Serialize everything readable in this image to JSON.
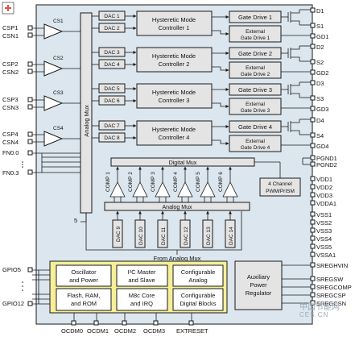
{
  "watermark": {
    "site_cn": "中国节能网",
    "site_url": "CES.CN"
  },
  "left_pins": {
    "csp1": "CSP1",
    "csn1": "CSN1",
    "csp2": "CSP2",
    "csn2": "CSN2",
    "csp3": "CSP3",
    "csn3": "CSN3",
    "csp4": "CSP4",
    "csn4": "CSN4",
    "fn00": "FN0.0",
    "fn03": "FN0.3",
    "gpio5": "GPIO5",
    "gpio12": "GPIO12"
  },
  "cs_amps": [
    "CS1",
    "CS2",
    "CS3",
    "CS4"
  ],
  "analog_mux_vertical": "Analog Mux",
  "five_label": "5",
  "dacs": [
    "DAC 1",
    "DAC 2",
    "DAC 3",
    "DAC 4",
    "DAC 5",
    "DAC 6",
    "DAC 7",
    "DAC 8"
  ],
  "controllers": [
    {
      "line1": "Hysteretic Mode",
      "line2": "Controller 1"
    },
    {
      "line1": "Hysteretic Mode",
      "line2": "Controller 2"
    },
    {
      "line1": "Hysteretic Mode",
      "line2": "Controller 3"
    },
    {
      "line1": "Hysteretic Mode",
      "line2": "Controller 4"
    }
  ],
  "gate_drives": [
    "Gate Drive 1",
    "Gate Drive 2",
    "Gate Drive 3",
    "Gate Drive 4"
  ],
  "external_gate_drives": [
    {
      "line1": "External",
      "line2": "Gate Drive 1"
    },
    {
      "line1": "External",
      "line2": "Gate Drive 2"
    },
    {
      "line1": "External",
      "line2": "Gate Drive 3"
    },
    {
      "line1": "External",
      "line2": "Gate Drive 4"
    }
  ],
  "right_pins": {
    "d1": "D1",
    "s1": "S1",
    "gd1": "GD1",
    "d2": "D2",
    "s2": "S2",
    "gd2": "GD2",
    "d3": "D3",
    "s3": "S3",
    "gd3": "GD3",
    "d4": "D4",
    "s4": "S4",
    "gd4": "GD4",
    "pgnd1": "PGND1",
    "pgnd2": "PGND2",
    "vdd1": "VDD1",
    "vdd2": "VDD2",
    "vdd3": "VDD3",
    "vdda1": "VDDA1",
    "vss1": "VSS1",
    "vss2": "VSS2",
    "vss3": "VSS3",
    "vss4": "VSS4",
    "vss5": "VSS5",
    "vssa1": "VSSA1",
    "sreghvin": "SREGHVIN",
    "sregsw": "SREGSW",
    "sregcomp": "SREGCOMP",
    "sregcsp": "SREGCSP",
    "sregcsn": "SREGCSN"
  },
  "digital_mux": "Digital Mux",
  "analog_mux_h": "Analog Mux",
  "comps": [
    "COMP 1",
    "COMP 2",
    "COMP 3",
    "COMP 4",
    "COMP 5",
    "COMP 6"
  ],
  "pwm_box": {
    "line1": "4 Channel",
    "line2": "PWM/PrISM"
  },
  "dacs_bottom": [
    "DAC 9",
    "DAC 10",
    "DAC 11",
    "DAC 12",
    "DAC 13",
    "DAC 14"
  ],
  "from_analog_mux": "From Analog Mux",
  "core_blocks": [
    {
      "line1": "Oscillator",
      "line2": "and Power"
    },
    {
      "line1": "I²C Master",
      "line2": "and Slave"
    },
    {
      "line1": "Configurable",
      "line2": "Analog"
    },
    {
      "line1": "Flash, RAM,",
      "line2": "and ROM"
    },
    {
      "line1": "M8c Core",
      "line2": "and IRQ"
    },
    {
      "line1": "Configurable",
      "line2": "Digital Blocks"
    }
  ],
  "aux_regulator": {
    "line1": "Auxiliary",
    "line2": "Power",
    "line3": "Regulator"
  },
  "bottom_pins": [
    "OCDM0",
    "OCDM1",
    "OCDM2",
    "OCDM3",
    "EXTRESET"
  ],
  "colors": {
    "background": "#dbe6ee",
    "block": "#e4e4e4",
    "core_bg": "#f5ef9a",
    "core_block": "#ffffff",
    "line": "#1a1a1a"
  }
}
